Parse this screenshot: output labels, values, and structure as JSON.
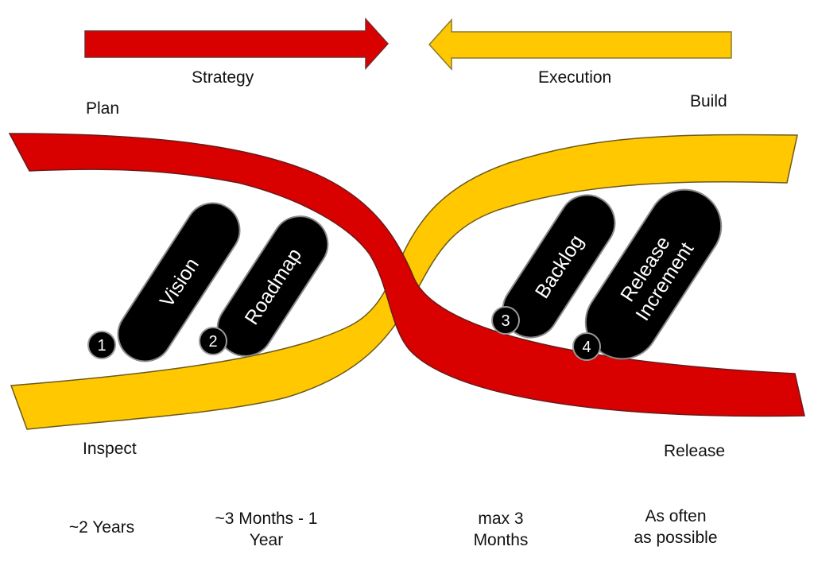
{
  "colors": {
    "red": "#d90000",
    "yellow": "#ffc800",
    "pill": "#000000",
    "outline": "#555555"
  },
  "arrows": {
    "strategy": "Strategy",
    "execution": "Execution"
  },
  "corners": {
    "plan": "Plan",
    "build": "Build",
    "inspect": "Inspect",
    "release": "Release"
  },
  "steps": [
    {
      "number": "1",
      "label": "Vision",
      "label_line2": "",
      "duration": "~2 Years",
      "duration_line2": ""
    },
    {
      "number": "2",
      "label": "Roadmap",
      "label_line2": "",
      "duration": "~3 Months - 1",
      "duration_line2": "Year"
    },
    {
      "number": "3",
      "label": "Backlog",
      "label_line2": "",
      "duration": "max 3",
      "duration_line2": "Months"
    },
    {
      "number": "4",
      "label": "Release",
      "label_line2": "Increment",
      "duration": "As often",
      "duration_line2": "as possible"
    }
  ]
}
